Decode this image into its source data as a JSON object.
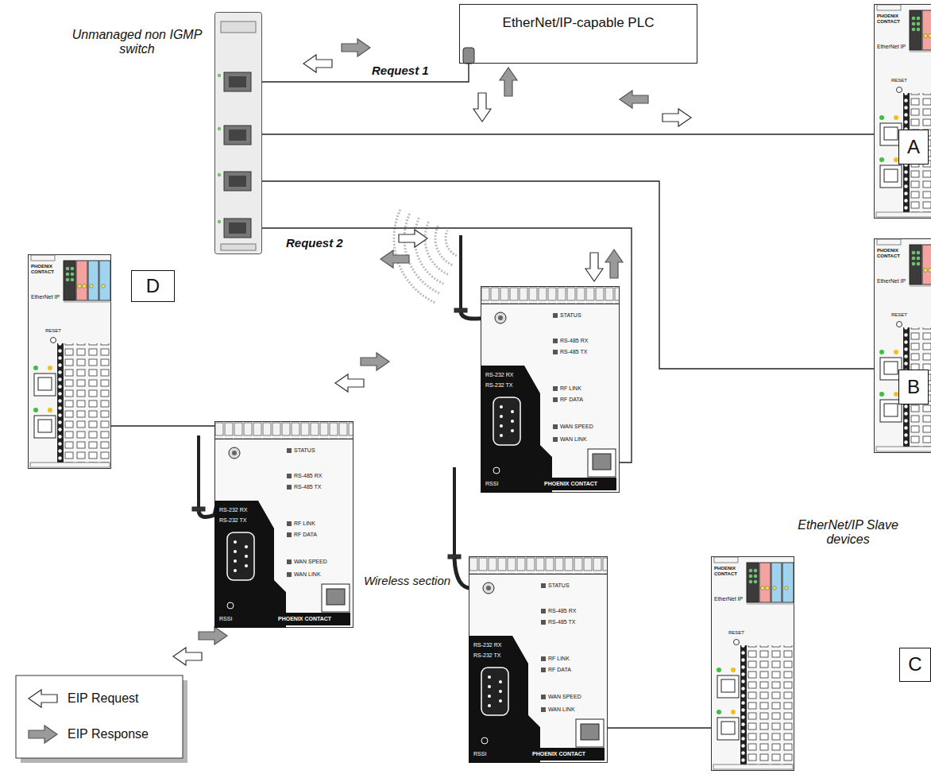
{
  "diagram": {
    "nodes": [
      {
        "text": [
          "EtherNet/IP-capable PLC"
        ]
      },
      {
        "text": [
          "Unmanaged non IGMP switch"
        ]
      },
      {
        "text": [
          "PHOENIX CONTACT",
          "EtherNet IP",
          "RESET"
        ]
      },
      {
        "text": [
          "A"
        ],
        "in": 2
      },
      {
        "text": [
          "PHOENIX CONTACT",
          "EtherNet IP",
          "RESET"
        ]
      },
      {
        "text": [
          "B"
        ],
        "in": 4
      },
      {
        "text": [
          "STATUS",
          "RS-485 RX",
          "RS-485 TX",
          "RS-232 RX",
          "RS-232 TX",
          "RF LINK",
          "RF DATA",
          "WAN SPEED",
          "WAN LINK",
          "PHOENIX CONTACT",
          "RSSI"
        ]
      },
      {
        "text": [
          "STATUS",
          "RS-485 RX",
          "RS-485 TX",
          "RS-232 RX",
          "RS-232 TX",
          "RF LINK",
          "RF DATA",
          "WAN SPEED",
          "WAN LINK",
          "PHOENIX CONTACT",
          "RSSI"
        ]
      },
      {
        "text": [
          "PHOENIX CONTACT",
          "EtherNet IP",
          "RESET"
        ]
      },
      {
        "text": [
          "D"
        ],
        "in": 8
      },
      {
        "text": [
          "STATUS",
          "RS-485 RX",
          "RS-485 TX",
          "RS-232 RX",
          "RS-232 TX",
          "RF LINK",
          "RF DATA",
          "WAN SPEED",
          "WAN LINK",
          "PHOENIX CONTACT",
          "RSSI"
        ]
      },
      {
        "text": [
          "PHOENIX CONTACT",
          "EtherNet IP",
          "RESET"
        ]
      },
      {
        "text": [
          "C"
        ],
        "in": 11
      }
    ],
    "edges": [
      {
        "from": 1,
        "to": 0,
        "arrow": "none"
      },
      {
        "from": 1,
        "to": 2,
        "arrow": "none"
      },
      {
        "from": 1,
        "to": 4,
        "arrow": "none"
      },
      {
        "from": 1,
        "to": 6,
        "arrow": "none"
      },
      {
        "from": 7,
        "to": 8,
        "arrow": "none"
      },
      {
        "from": 10,
        "to": 11,
        "arrow": "none"
      }
    ],
    "labels": [
      "Request 1",
      "Request 2",
      "Wireless section",
      "EtherNet/IP Slave devices"
    ],
    "legend": [
      {
        "text": "EIP Request"
      },
      {
        "text": "EIP Response"
      }
    ]
  }
}
